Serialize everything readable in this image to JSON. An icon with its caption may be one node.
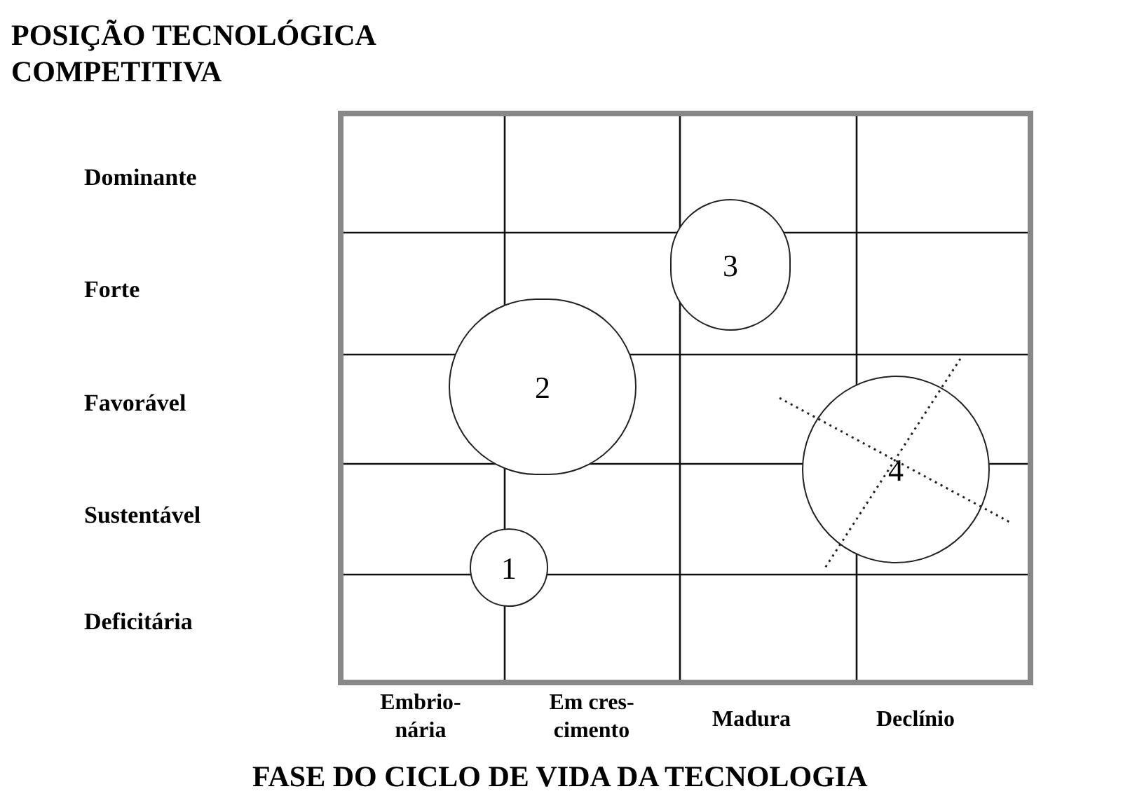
{
  "diagram": {
    "nodes": [
      {
        "text": [
          "1"
        ]
      },
      {
        "text": [
          "2"
        ]
      },
      {
        "text": [
          "3"
        ]
      },
      {
        "text": [
          "4"
        ]
      }
    ],
    "labels": [
      "POSIÇÃO TECNOLÓGICA COMPETITIVA",
      "Dominante",
      "Forte",
      "Favorável",
      "Sustentável",
      "Deficitária",
      "Embrio- nária",
      "Em cres- cimento",
      "Madura",
      "Declínio",
      "FASE DO CICLO DE VIDA DA TECNOLOGIA"
    ]
  }
}
